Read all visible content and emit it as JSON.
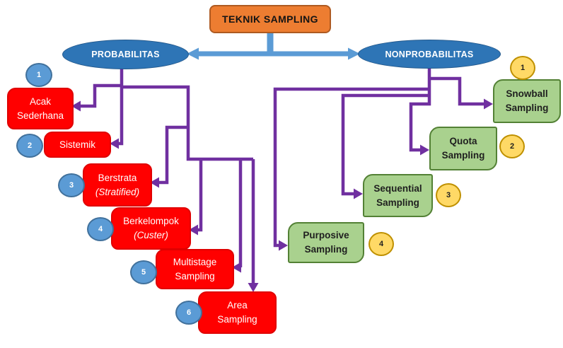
{
  "title": {
    "label": "TEKNIK SAMPLING"
  },
  "branches": {
    "left": {
      "label": "PROBABILITAS"
    },
    "right": {
      "label": "NONPROBABILITAS"
    }
  },
  "probability_items": [
    {
      "num": "1",
      "line1": "Acak",
      "line2": "Sederhana"
    },
    {
      "num": "2",
      "line1": "Sistemik",
      "line2": ""
    },
    {
      "num": "3",
      "line1": "Berstrata",
      "line2": "(Stratified)"
    },
    {
      "num": "4",
      "line1": "Berkelompok",
      "line2": "(Custer)"
    },
    {
      "num": "5",
      "line1": "Multistage",
      "line2": "Sampling"
    },
    {
      "num": "6",
      "line1": "Area",
      "line2": "Sampling"
    }
  ],
  "nonprobability_items": [
    {
      "num": "1",
      "line1": "Snowball",
      "line2": "Sampling"
    },
    {
      "num": "2",
      "line1": "Quota",
      "line2": "Sampling"
    },
    {
      "num": "3",
      "line1": "Sequential",
      "line2": "Sampling"
    },
    {
      "num": "4",
      "line1": "Purposive",
      "line2": "Sampling"
    }
  ],
  "colors": {
    "title_fill": "#ED7D31",
    "title_border": "#AE5A21",
    "arrow_blue": "#5B9BD5",
    "ellipse_fill": "#2E75B6",
    "connector_purple": "#7030A0",
    "red_node_fill": "#FF0000",
    "green_node_fill": "#A9D18E",
    "green_node_border": "#538135",
    "blue_badge_fill": "#5B9BD5",
    "yellow_badge_fill": "#FFD966"
  }
}
